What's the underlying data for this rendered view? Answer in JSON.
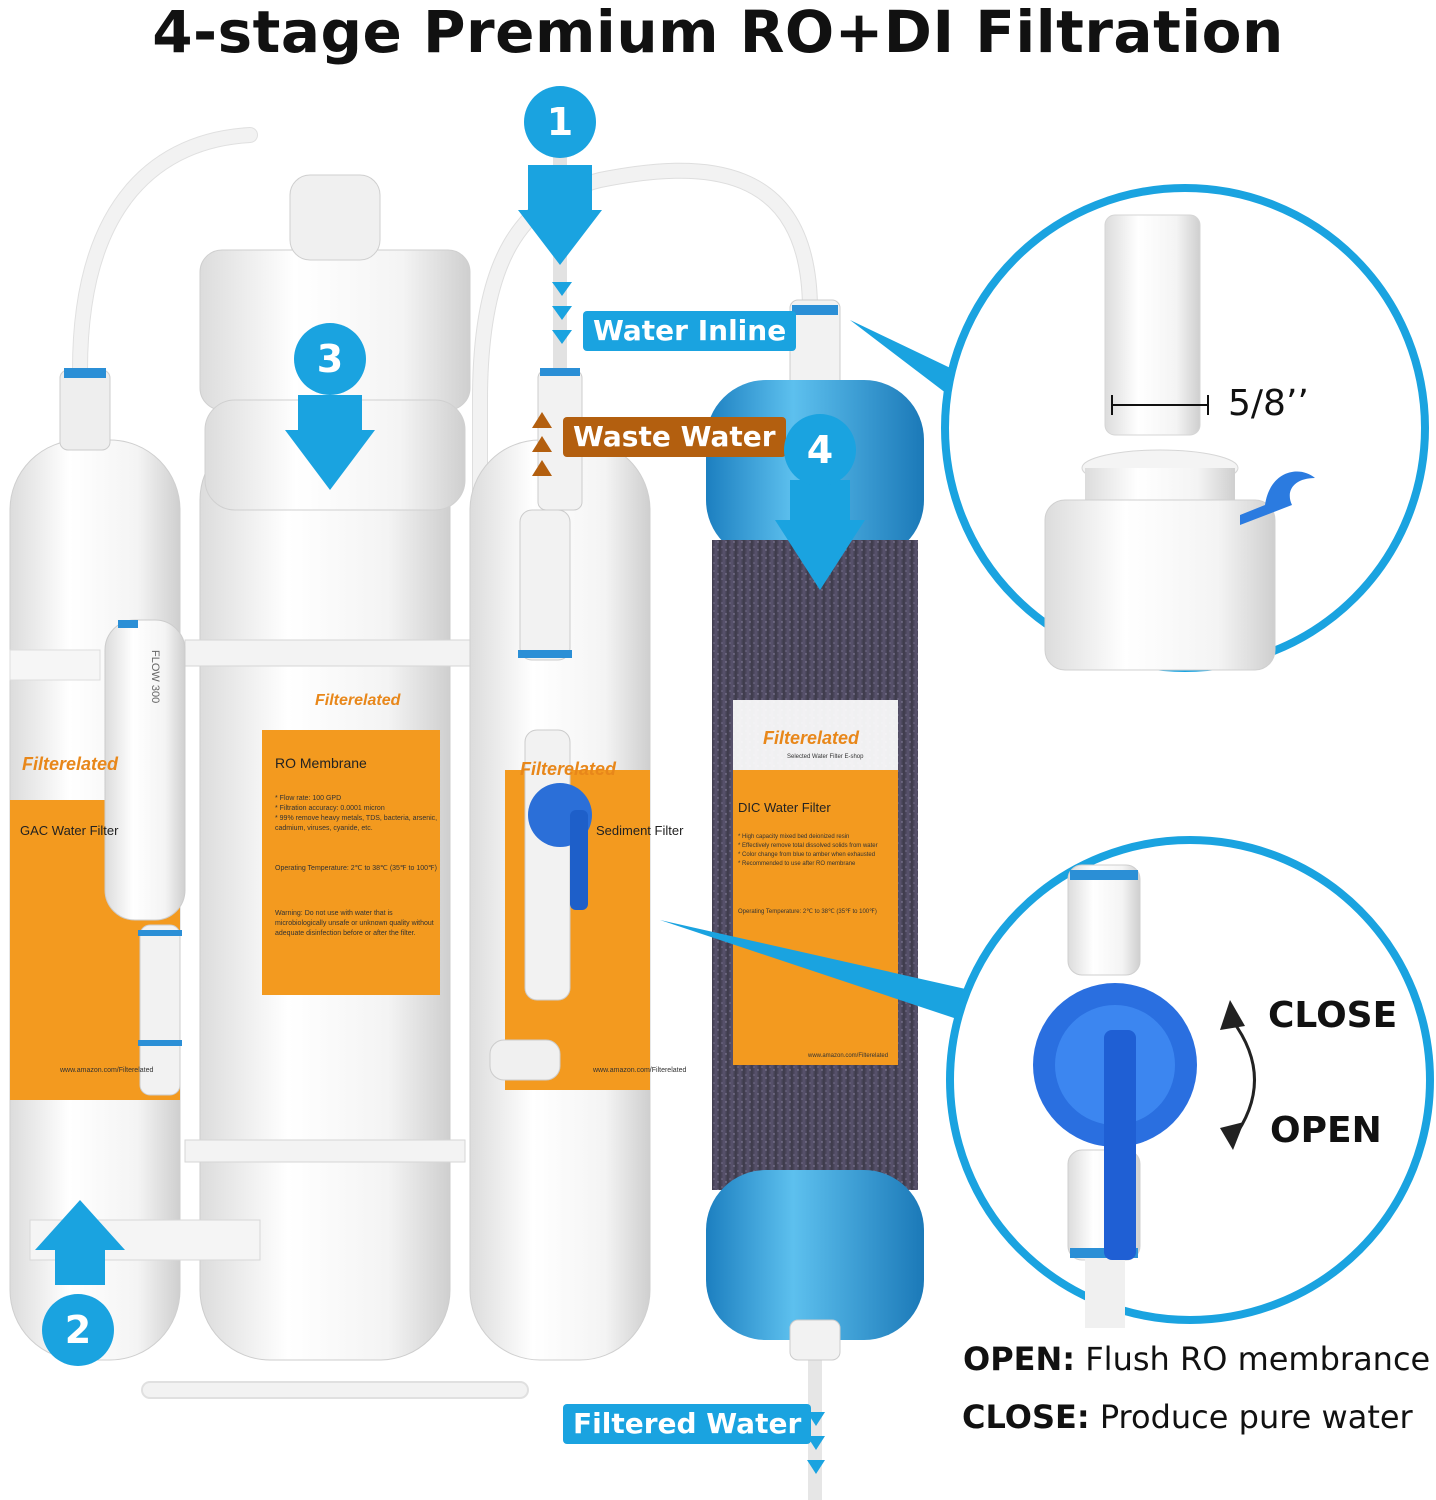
{
  "title": "4-stage Premium RO+DI Filtration",
  "labels": {
    "water_inline": "Water Inline",
    "waste_water": "Waste Water",
    "filtered_water": "Filtered Water"
  },
  "stages": [
    "1",
    "2",
    "3",
    "4"
  ],
  "fitting_size": "5/8’’",
  "valve": {
    "close": "CLOSE",
    "open": "OPEN"
  },
  "legend": {
    "open_key": "OPEN:",
    "open_desc": "Flush RO membrance",
    "close_key": "CLOSE:",
    "close_desc": "Produce pure water"
  },
  "product": {
    "brand": "Filterelated",
    "tagline": "Selected Water Filter E-shop",
    "gac_label": "GAC Water Filter",
    "ro_label": "RO Membrane",
    "dic_label": "DIC Water Filter",
    "sediment_label": "Sediment Filter",
    "flow_label": "FLOW 300",
    "ro_specs": [
      "* Flow rate: 100 GPD",
      "* Filtration accuracy: 0.0001 micron",
      "* 99% remove heavy metals, TDS, bacteria, arsenic,",
      "  cadmium, viruses, cyanide, etc."
    ],
    "ro_temp": "Operating Temperature: 2℃ to 38℃ (35℉ to 100℉)",
    "ro_warning": [
      "Warning: Do not use with water that is",
      "microbiologically unsafe or unknown quality without",
      "adequate disinfection before or after the filter."
    ],
    "dic_specs": [
      "* High capacity mixed bed deionized resin",
      "* Effectively remove total dissolved solids from water",
      "* Color change from blue to amber when exhausted",
      "* Recommended to use after RO membrane"
    ],
    "dic_temp": "Operating Temperature: 2℃ to 38℃ (35℉ to 100℉)",
    "url": "www.amazon.com/Filterelated"
  },
  "colors": {
    "accent": "#1aa3e0",
    "orange": "#f39a1f",
    "waste": "#b35f0f",
    "resin": "#3f3a52",
    "housing_blue": "#38a6df"
  }
}
